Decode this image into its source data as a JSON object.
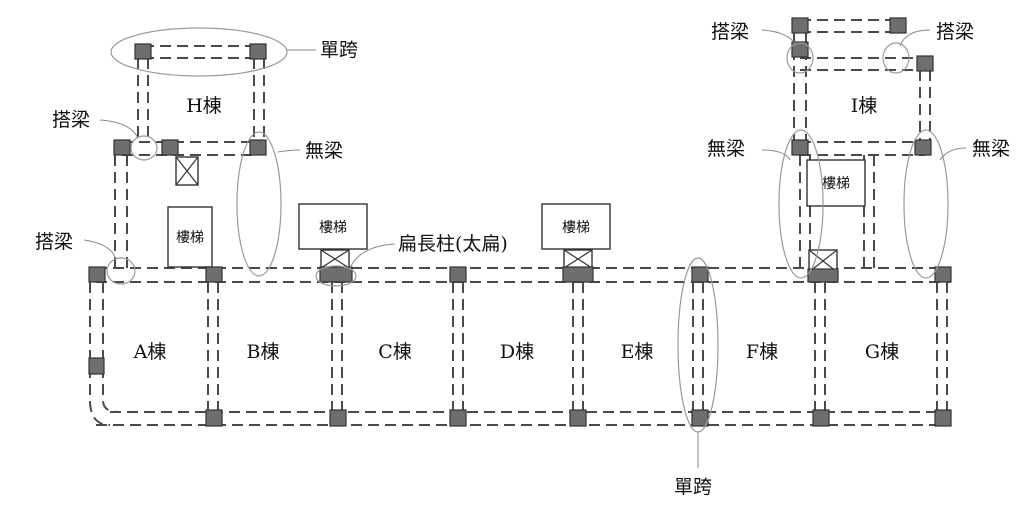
{
  "buildings": [
    "A棟",
    "B棟",
    "C棟",
    "D棟",
    "E棟",
    "F棟",
    "G棟",
    "H棟",
    "I棟"
  ],
  "stair_label": "樓梯",
  "annotations": {
    "single_span": "單跨",
    "bridge_beam": "搭梁",
    "no_beam": "無梁",
    "flat_column": "扁長柱(太扁)"
  },
  "colors": {
    "column": "#6e6e6e",
    "beam": "#4a4a4a",
    "ellipse": "#9a9a9a"
  }
}
